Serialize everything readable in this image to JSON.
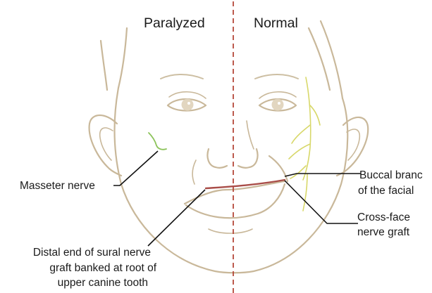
{
  "headers": {
    "left": "Paralyzed",
    "right": "Normal"
  },
  "labels": {
    "masseter": "Masseter nerve",
    "buccal_line1": "Buccal branc",
    "buccal_line2": "of the facial",
    "crossface_line1": "Cross-face",
    "crossface_line2": "nerve graft",
    "distal_line1": "Distal end of sural nerve",
    "distal_line2": "graft banked at root of",
    "distal_line3": "upper canine tooth"
  },
  "colors": {
    "skin_outline": "#c9b89a",
    "eye_fill": "#e6dccb",
    "midline": "#b5483a",
    "graft": "#a94d48",
    "masseter_nerve": "#8cc35a",
    "facial_nerve": "#d8d86a",
    "leader_line": "#111111"
  }
}
